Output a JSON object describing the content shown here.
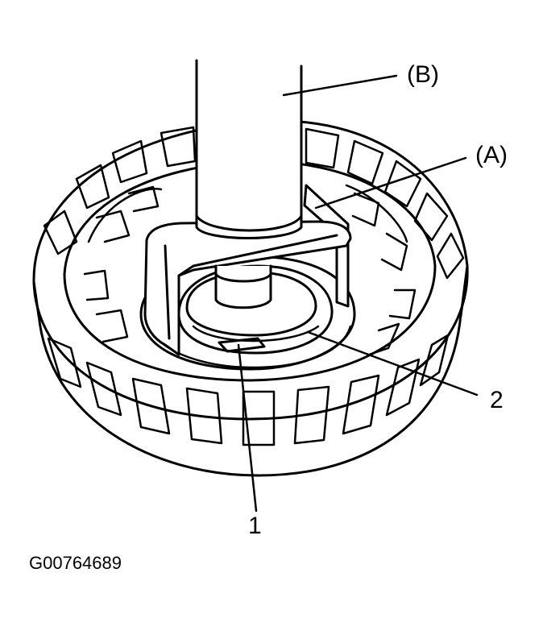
{
  "callouts": {
    "tool_b": "(B)",
    "tool_a": "(A)",
    "part_2": "2",
    "part_1": "1"
  },
  "figure_id": "G00764689",
  "colors": {
    "ink": "#000000",
    "paper": "#ffffff"
  }
}
